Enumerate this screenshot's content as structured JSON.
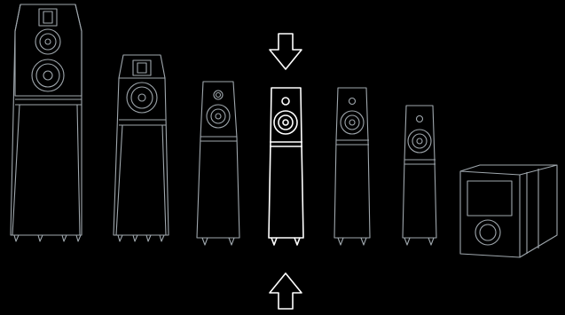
{
  "colors": {
    "background": "#000000",
    "outline": "#9fa7ad",
    "selected_outline": "#ffffff"
  },
  "selection": {
    "selected_index": 3,
    "indicator_icons": [
      "down-arrow-icon",
      "up-arrow-icon"
    ]
  },
  "lineup": [
    {
      "kind": "floorstanding",
      "icon": "large-tower-speaker-icon"
    },
    {
      "kind": "floorstanding",
      "icon": "medium-tower-speaker-icon"
    },
    {
      "kind": "floorstanding",
      "icon": "slim-tower-speaker-icon"
    },
    {
      "kind": "floorstanding",
      "icon": "slim-tower-speaker-icon"
    },
    {
      "kind": "floorstanding",
      "icon": "slim-tower-speaker-icon"
    },
    {
      "kind": "floorstanding",
      "icon": "compact-tower-speaker-icon"
    },
    {
      "kind": "subwoofer",
      "icon": "subwoofer-icon"
    }
  ]
}
